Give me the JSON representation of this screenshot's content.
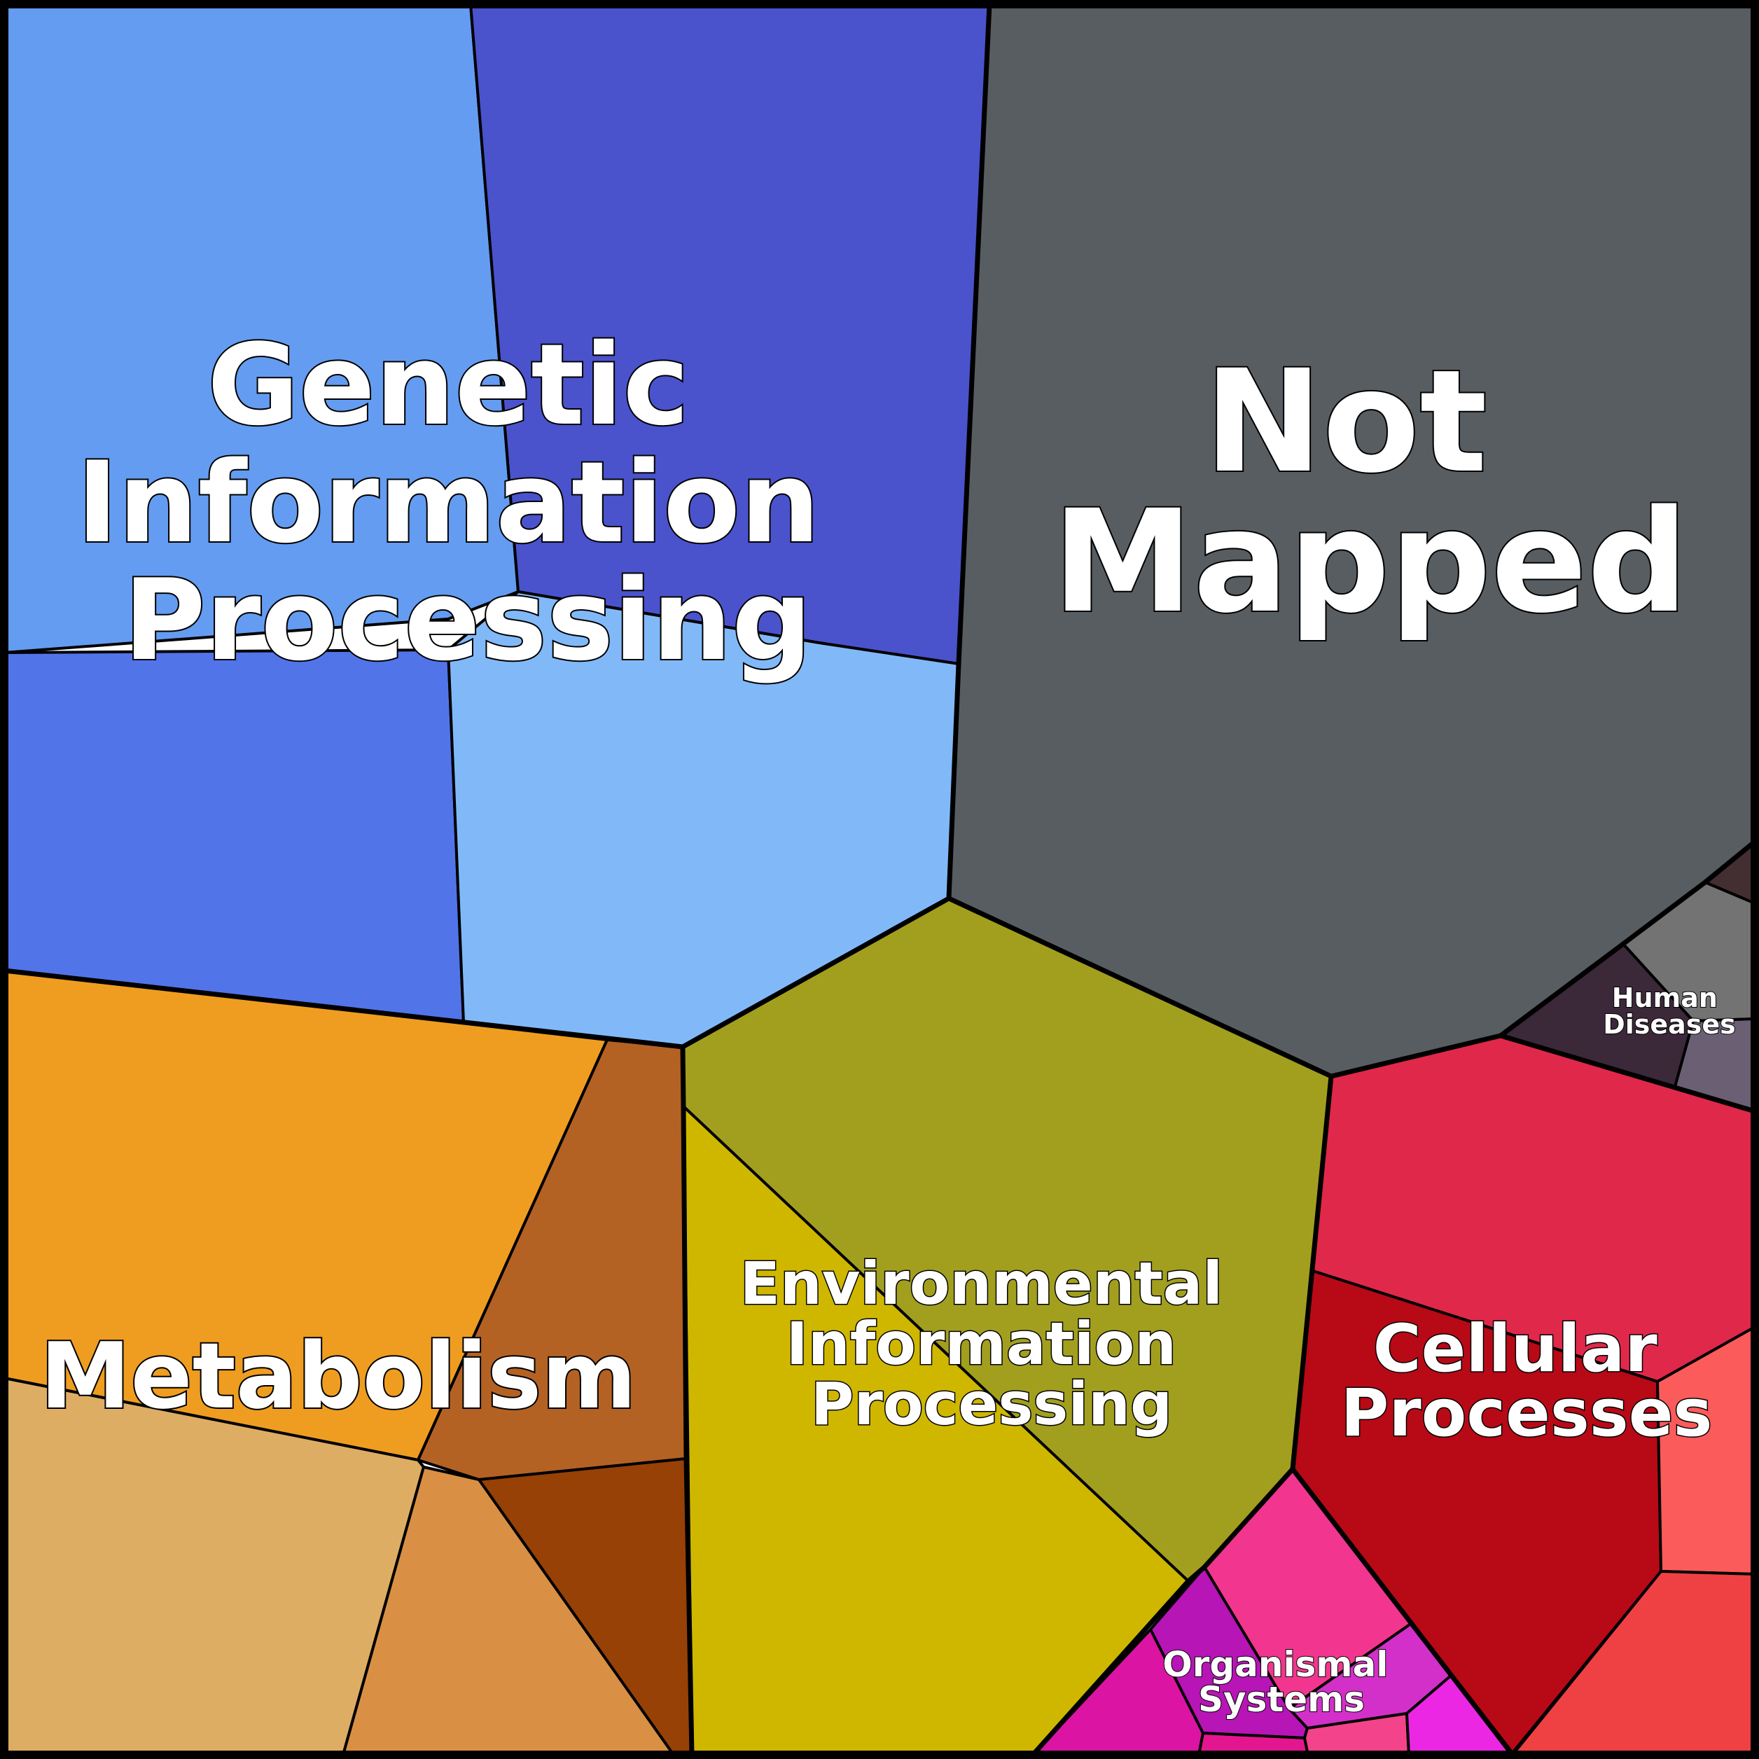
{
  "diagram": {
    "type": "voronoi-treemap",
    "categories": [
      {
        "id": "genetic",
        "label_lines": [
          "Genetic",
          "Information",
          "Processing"
        ]
      },
      {
        "id": "not_mapped",
        "label_lines": [
          "Not",
          "Mapped"
        ]
      },
      {
        "id": "metabolism",
        "label_lines": [
          "Metabolism"
        ]
      },
      {
        "id": "environmental",
        "label_lines": [
          "Environmental",
          "Information",
          "Processing"
        ]
      },
      {
        "id": "cellular",
        "label_lines": [
          "Cellular",
          "Processes"
        ]
      },
      {
        "id": "human_diseases",
        "label_lines": [
          "Human",
          "Diseases"
        ]
      },
      {
        "id": "organismal",
        "label_lines": [
          "Organismal",
          "Systems"
        ]
      }
    ],
    "colors": {
      "genetic": [
        "#649cf1",
        "#4a53cc",
        "#5274e9",
        "#81b9f8"
      ],
      "not_mapped": [
        "#585d61"
      ],
      "metabolism": [
        "#ef9d20",
        "#b46224",
        "#dead64",
        "#d99045",
        "#974106"
      ],
      "environmental": [
        "#a29f1f",
        "#cfb700"
      ],
      "cellular": [
        "#e0284a",
        "#b80917",
        "#fc5b5b",
        "#ef4143"
      ],
      "human_diseases": [
        "#432f31",
        "#737373",
        "#3b2839",
        "#6b6073"
      ],
      "organismal": [
        "#f2368f",
        "#b715b6",
        "#dc14a3",
        "#d330c9",
        "#e4168f",
        "#f3438b",
        "#ec27e3"
      ]
    }
  }
}
